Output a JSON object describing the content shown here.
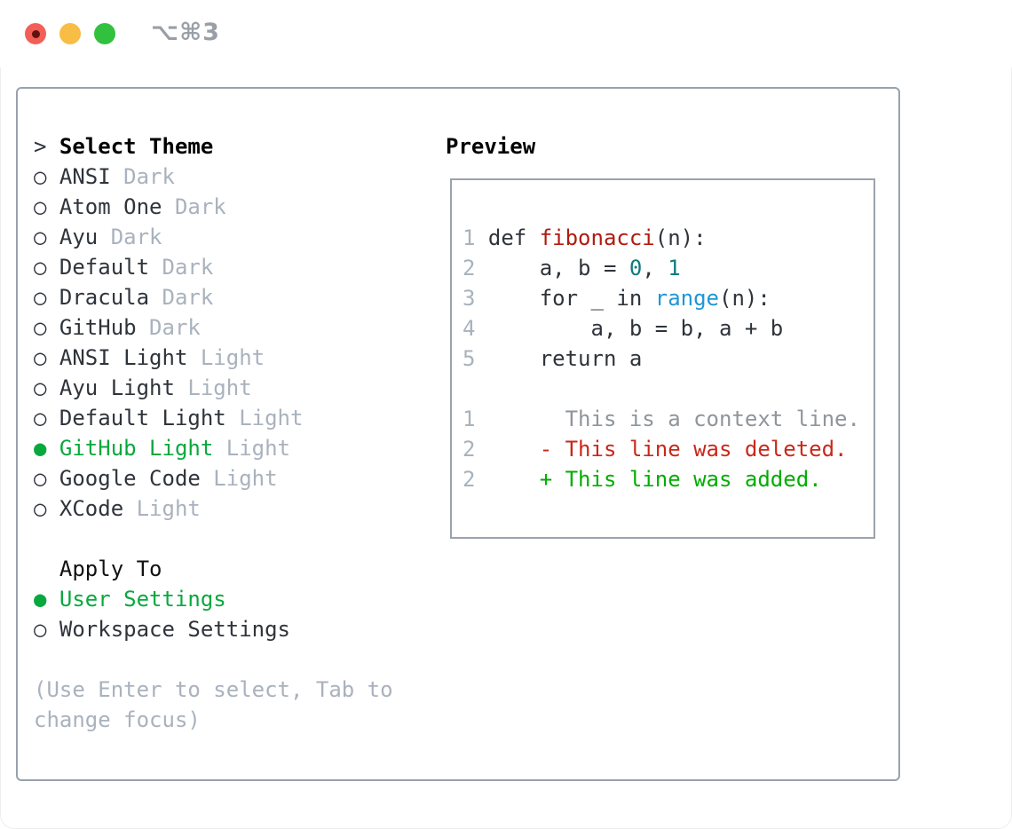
{
  "window": {
    "title": "⌥⌘3",
    "traffic_lights": [
      "close",
      "minimize",
      "zoom"
    ]
  },
  "colors": {
    "foreground": "#2f343b",
    "muted_gray": "#a9b2bd",
    "accent_green": "#09a83e",
    "diff_added_green": "#00ad00",
    "diff_deleted_red": "#c9281a",
    "diff_context_gray": "#8f959b",
    "function_red": "#b01b10",
    "literal_teal": "#0e7b80",
    "builtin_blue": "#1f97d4",
    "border_gray": "#98a2ad",
    "traffic_red": "#f35f57",
    "traffic_yellow": "#f8bd44",
    "traffic_green": "#31c13e"
  },
  "theme_picker": {
    "prompt_prefix": ">",
    "title": "Select Theme",
    "items": [
      {
        "name": "ANSI",
        "variant": "Dark",
        "selected": false
      },
      {
        "name": "Atom One",
        "variant": "Dark",
        "selected": false
      },
      {
        "name": "Ayu",
        "variant": "Dark",
        "selected": false
      },
      {
        "name": "Default",
        "variant": "Dark",
        "selected": false
      },
      {
        "name": "Dracula",
        "variant": "Dark",
        "selected": false
      },
      {
        "name": "GitHub",
        "variant": "Dark",
        "selected": false
      },
      {
        "name": "ANSI Light",
        "variant": "Light",
        "selected": false
      },
      {
        "name": "Ayu Light",
        "variant": "Light",
        "selected": false
      },
      {
        "name": "Default Light",
        "variant": "Light",
        "selected": false
      },
      {
        "name": "GitHub Light",
        "variant": "Light",
        "selected": true
      },
      {
        "name": "Google Code",
        "variant": "Light",
        "selected": false
      },
      {
        "name": "XCode",
        "variant": "Light",
        "selected": false
      }
    ]
  },
  "apply_to": {
    "title": "Apply To",
    "items": [
      {
        "name": "User Settings",
        "selected": true
      },
      {
        "name": "Workspace Settings",
        "selected": false
      }
    ]
  },
  "hint_lines": [
    "(Use Enter to select, Tab to",
    "change focus)"
  ],
  "preview": {
    "title": "Preview",
    "lines": [
      {
        "kind": "code",
        "num": "1",
        "segs": [
          [
            "def ",
            "fg"
          ],
          [
            "fibonacci",
            "func"
          ],
          [
            "(n):",
            "fg"
          ]
        ]
      },
      {
        "kind": "code",
        "num": "2",
        "segs": [
          [
            "    a, b = ",
            "fg"
          ],
          [
            "0",
            "lit"
          ],
          [
            ", ",
            "fg"
          ],
          [
            "1",
            "lit"
          ]
        ]
      },
      {
        "kind": "code",
        "num": "3",
        "segs": [
          [
            "    for _ in ",
            "fg"
          ],
          [
            "range",
            "builtin"
          ],
          [
            "(n):",
            "fg"
          ]
        ]
      },
      {
        "kind": "code",
        "num": "4",
        "segs": [
          [
            "        a, b = b, a + b",
            "fg"
          ]
        ]
      },
      {
        "kind": "code",
        "num": "5",
        "segs": [
          [
            "    return a",
            "fg"
          ]
        ]
      },
      {
        "kind": "blank",
        "num": "",
        "segs": []
      },
      {
        "kind": "diff-context",
        "num": "1",
        "segs": [
          [
            "      This is a context line.",
            "ctx"
          ]
        ]
      },
      {
        "kind": "diff-deleted",
        "num": "2",
        "segs": [
          [
            "    - This line was deleted.",
            "del"
          ]
        ]
      },
      {
        "kind": "diff-added",
        "num": "2",
        "segs": [
          [
            "    + This line was added.",
            "add"
          ]
        ]
      }
    ]
  }
}
